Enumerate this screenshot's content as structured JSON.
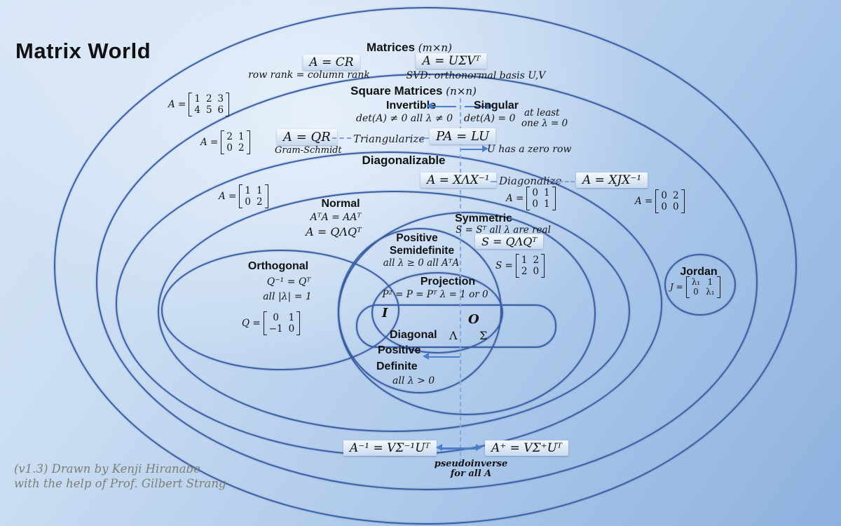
{
  "title": "Matrix World",
  "sets": {
    "matrices": {
      "label": "Matrices",
      "dims": "(m×n)",
      "cr": {
        "formula": "A = CR",
        "note": "row rank = column rank"
      },
      "svd": {
        "formula": "A = UΣVᵀ",
        "note": "SVD:  orthonormal basis U,V"
      }
    },
    "square": {
      "label": "Square Matrices",
      "dims": "(n×n)",
      "invertible": {
        "label": "Invertible",
        "cond": "det(A) ≠ 0   all λ ≠ 0"
      },
      "singular": {
        "label": "Singular",
        "cond": "det(A)  = 0",
        "note1": "at least",
        "note2": "one λ = 0"
      },
      "qr": {
        "formula": "A = QR",
        "note": "Gram-Schmidt"
      },
      "triangularize": "Triangularize",
      "lu": {
        "formula": "PA = LU",
        "note": "U has a zero row"
      }
    },
    "diagonalizable": {
      "label": "Diagonalizable",
      "eigen": "A = XΛX⁻¹",
      "diagonalize": "Diagonalize",
      "jordan_form": "A = XJX⁻¹"
    },
    "normal": {
      "label": "Normal",
      "cond": "AᵀA = AAᵀ",
      "spectral": "A = QΛQᵀ"
    },
    "symmetric": {
      "label": "Symmetric",
      "cond": "S = Sᵀ   all λ are real",
      "spectral": "S = QΛQᵀ"
    },
    "positive_semidefinite": {
      "label1": "Positive",
      "label2": "Semidefinite",
      "cond": "all λ ≥ 0    all AᵀA"
    },
    "projection": {
      "label": "Projection",
      "cond": "P² = P = Pᵀ  λ = 1 or 0"
    },
    "orthogonal": {
      "label": "Orthogonal",
      "cond1": "Q⁻¹ = Qᵀ",
      "cond2": "all  |λ| = 1"
    },
    "diagonal": {
      "label": "Diagonal",
      "lambda": "Λ",
      "sigma": "Σ",
      "identity": "I",
      "zero": "O"
    },
    "positive_definite": {
      "label1": "Positive",
      "label2": "Definite",
      "cond": "all λ > 0"
    },
    "jordan": {
      "label": "Jordan"
    }
  },
  "pseudoinverse": {
    "inverse": "A⁻¹ = VΣ⁻¹Uᵀ",
    "pinv": "A⁺ = VΣ⁺Uᵀ",
    "note1": "pseudoinverse",
    "note2": "for all A"
  },
  "examples": [
    {
      "pre": "A =",
      "rows": [
        [
          "1",
          "2",
          "3"
        ],
        [
          "4",
          "5",
          "6"
        ]
      ]
    },
    {
      "pre": "A =",
      "rows": [
        [
          "2",
          "1"
        ],
        [
          "0",
          "2"
        ]
      ]
    },
    {
      "pre": "A =",
      "rows": [
        [
          "1",
          "1"
        ],
        [
          "0",
          "2"
        ]
      ]
    },
    {
      "pre": "A =",
      "rows": [
        [
          "0",
          "1"
        ],
        [
          "0",
          "1"
        ]
      ]
    },
    {
      "pre": "A =",
      "rows": [
        [
          "0",
          "2"
        ],
        [
          "0",
          "0"
        ]
      ]
    },
    {
      "pre": "S =",
      "rows": [
        [
          "1",
          "2"
        ],
        [
          "2",
          "0"
        ]
      ]
    },
    {
      "pre": "Q =",
      "rows": [
        [
          "0",
          "1"
        ],
        [
          "−1",
          "0"
        ]
      ]
    },
    {
      "pre": "J =",
      "rows": [
        [
          "λ₁",
          "1"
        ],
        [
          "0",
          "λ₁"
        ]
      ]
    }
  ],
  "credit": {
    "line1": "(v1.3) Drawn by Kenji Hiranabe",
    "line2": "with the help of Prof. Gilbert Strang"
  }
}
